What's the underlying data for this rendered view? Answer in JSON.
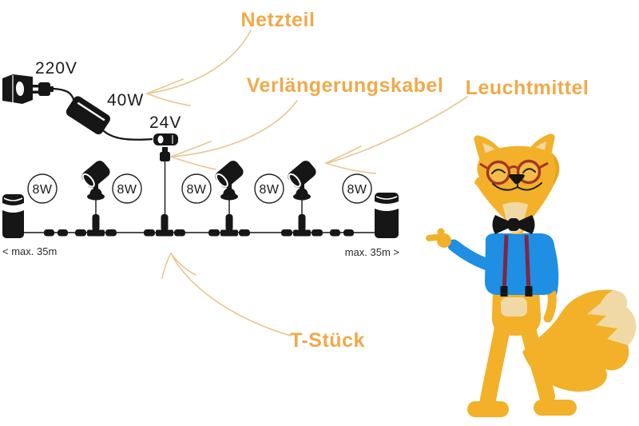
{
  "callouts": {
    "netzteil": "Netzteil",
    "verlaengerungskabel": "Verlängerungskabel",
    "leuchtmittel": "Leuchtmittel",
    "t_stueck": "T-Stück"
  },
  "specs": {
    "mains_voltage": "220V",
    "power": "40W",
    "low_voltage": "24V",
    "max_length_left": "< max. 35m",
    "max_length_right": "max. 35m >"
  },
  "badges": [
    "8W",
    "8W",
    "8W",
    "8W",
    "8W"
  ],
  "colors": {
    "callout_text": "#F0A94A",
    "callout_arrow": "#E8C894",
    "diagram_ink": "#161616",
    "fox_fur": "#F2B129",
    "fox_cream": "#F0D9A4",
    "fox_shirt": "#1E8FE3",
    "fox_suspenders": "#7C2845",
    "fox_glasses": "#A63527",
    "fox_shadow": "#E0A11F"
  },
  "icons": [
    "wall-socket-icon",
    "power-plug-icon",
    "power-adapter-icon",
    "low-voltage-connector-icon",
    "cable-connector-icon",
    "t-piece-icon",
    "spotlight-icon",
    "bollard-light-icon",
    "wattage-badge",
    "fox-mascot"
  ]
}
